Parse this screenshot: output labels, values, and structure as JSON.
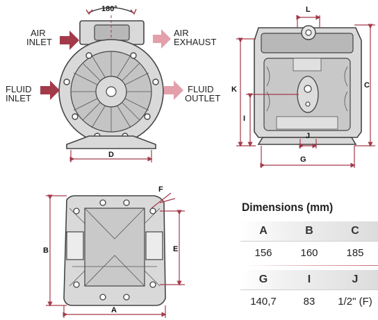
{
  "labels": {
    "rotation": "180°",
    "air_inlet": [
      "AIR",
      "INLET"
    ],
    "air_exhaust": [
      "AIR",
      "EXHAUST"
    ],
    "fluid_inlet": [
      "FLUID",
      "INLET"
    ],
    "fluid_outlet": [
      "FLUID",
      "OUTLET"
    ],
    "dim_a": "A",
    "dim_b": "B",
    "dim_c": "C",
    "dim_d": "D",
    "dim_e": "E",
    "dim_f": "F",
    "dim_g": "G",
    "dim_i": "I",
    "dim_j": "J",
    "dim_k": "K",
    "dim_l": "L"
  },
  "colors": {
    "arrow_red": "#a33a4a",
    "arrow_pink": "#e3a0aa",
    "dimension_line": "#a33a4a"
  },
  "table": {
    "title": "Dimensions (mm)",
    "headers_1": [
      "A",
      "B",
      "C"
    ],
    "values_1": [
      "156",
      "160",
      "185"
    ],
    "headers_2": [
      "G",
      "I",
      "J"
    ],
    "values_2": [
      "140,7",
      "83",
      "1/2\" (F)"
    ]
  }
}
